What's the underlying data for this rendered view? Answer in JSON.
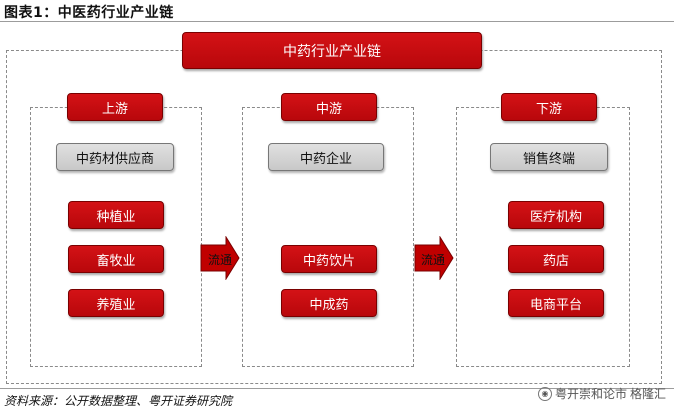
{
  "figure": {
    "title": "图表1：中医药行业产业链"
  },
  "chain": {
    "title": "中药行业产业链"
  },
  "columns": [
    {
      "header": "上游",
      "category": "中药材供应商",
      "items": [
        "种植业",
        "畜牧业",
        "养殖业"
      ]
    },
    {
      "header": "中游",
      "category": "中药企业",
      "items": [
        "中药饮片",
        "中成药"
      ]
    },
    {
      "header": "下游",
      "category": "销售终端",
      "items": [
        "医疗机构",
        "药店",
        "电商平台"
      ]
    }
  ],
  "arrows": [
    "流通",
    "流通"
  ],
  "footer": {
    "source": "资料来源：公开数据整理、粤开证券研究院",
    "watermark": "粤开崇和论市",
    "watermark_logo": "格隆汇"
  },
  "colors": {
    "red": "#c40c10",
    "grey": "#d0d0d0",
    "arrow": "#c00000"
  }
}
